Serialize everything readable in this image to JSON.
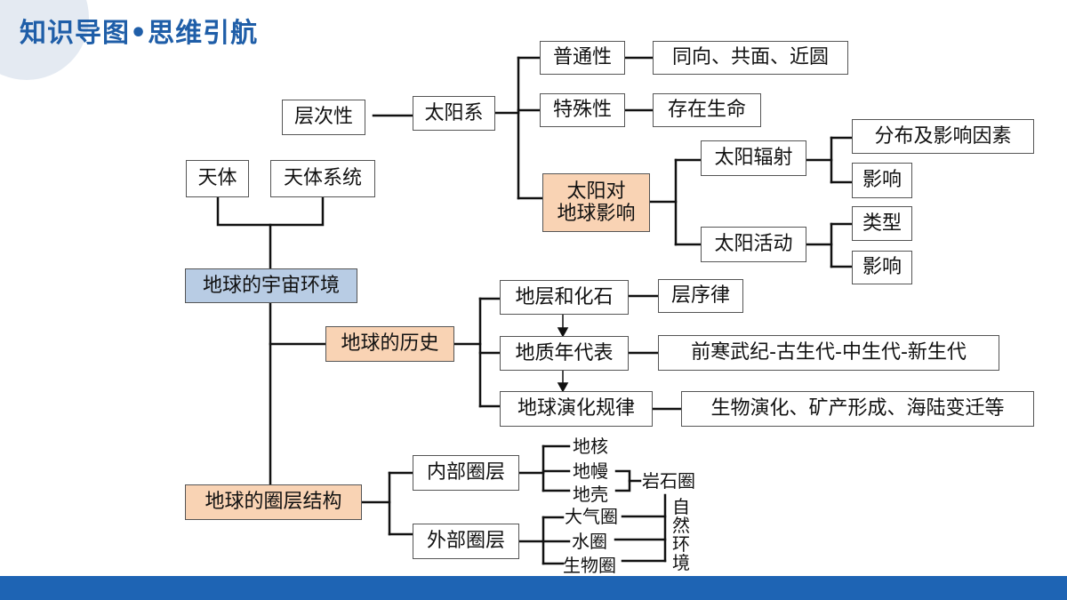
{
  "title": "知识导图•思维引航",
  "nodes": {
    "putongxing": "普通性",
    "tongxiang": "同向、共面、近圆",
    "cengcixing": "层次性",
    "taiyangxi": "太阳系",
    "teshuxing": "特殊性",
    "cunzaishengming": "存在生命",
    "fenbu": "分布及影响因素",
    "taiyangfushe": "太阳辐射",
    "tianti": "天体",
    "tiantixitong": "天体系统",
    "yingxiang1": "影响",
    "taiyangdui": "太阳对地球影响",
    "leixing": "类型",
    "taiyanghuodong": "太阳活动",
    "yingxiang2": "影响",
    "diqiuyuzhou": "地球的宇宙环境",
    "dicenghuashi": "地层和化石",
    "cengxulv": "层序律",
    "diqiulishi": "地球的历史",
    "dizhinian": "地质年代表",
    "qianhanwuji": "前寒武纪-古生代-中生代-新生代",
    "yanhuaguilv": "地球演化规律",
    "shengwu": "生物演化、矿产形成、海陆变迁等",
    "dihe": "地核",
    "neibu": "内部圈层",
    "diman": "地幔",
    "yanshiquan": "岩石圈",
    "diqiao": "地壳",
    "quancengjiegou": "地球的圈层结构",
    "daqiquan": "大气圈",
    "waibu": "外部圈层",
    "shuiquan": "水圈",
    "shengwuquan": "生物圈",
    "zirans": "自然环境"
  }
}
